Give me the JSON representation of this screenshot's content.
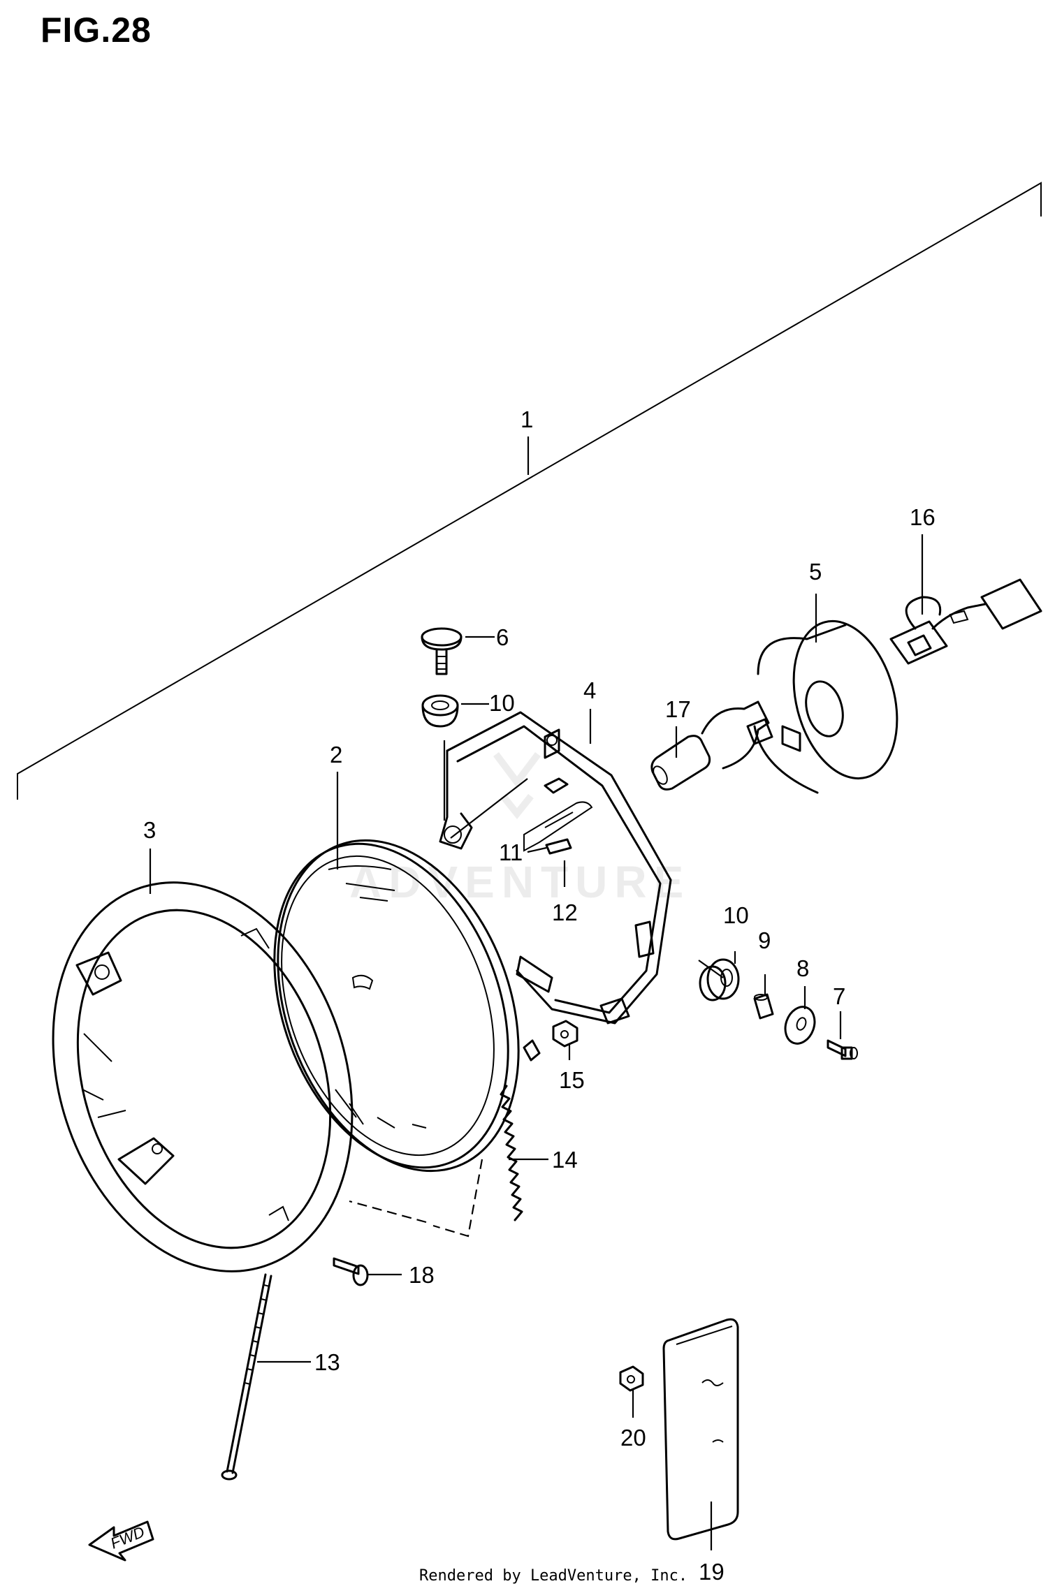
{
  "figure": {
    "title": "FIG.28"
  },
  "callouts": [
    "1",
    "2",
    "3",
    "4",
    "5",
    "6",
    "7",
    "8",
    "9",
    "10",
    "10",
    "11",
    "12",
    "13",
    "14",
    "15",
    "16",
    "17",
    "18",
    "19",
    "20"
  ],
  "direction_badge": {
    "label": "FWD",
    "icon": "forward-arrow-icon"
  },
  "watermark": {
    "text": "ADVENTURE"
  },
  "footer": {
    "credit": "Rendered by LeadVenture, Inc."
  }
}
